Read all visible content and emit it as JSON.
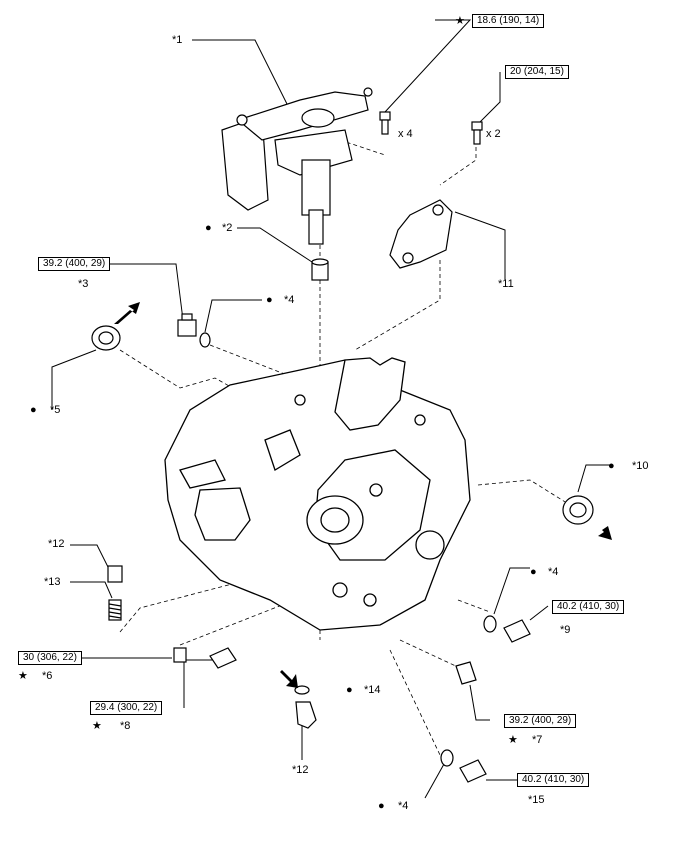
{
  "callouts": {
    "c1": "*1",
    "c2": "*2",
    "c3": "*3",
    "c4a": "*4",
    "c4b": "*4",
    "c4c": "*4",
    "c5": "*5",
    "c6": "*6",
    "c7": "*7",
    "c8": "*8",
    "c9": "*9",
    "c10": "*10",
    "c11": "*11",
    "c12a": "*12",
    "c12b": "*12",
    "c13": "*13",
    "c14": "*14",
    "c15": "*15"
  },
  "torque": {
    "t1": "18.6 (190, 14)",
    "t2": "20 (204, 15)",
    "t3": "39.2 (400, 29)",
    "t4": "40.2 (410, 30)",
    "t5": "30 (306, 22)",
    "t6": "29.4 (300, 22)",
    "t7": "39.2 (400, 29)",
    "t8": "40.2 (410, 30)"
  },
  "qty": {
    "q1": "x 4",
    "q2": "x 2"
  },
  "symbols": {
    "star": "★",
    "dot": "●"
  }
}
